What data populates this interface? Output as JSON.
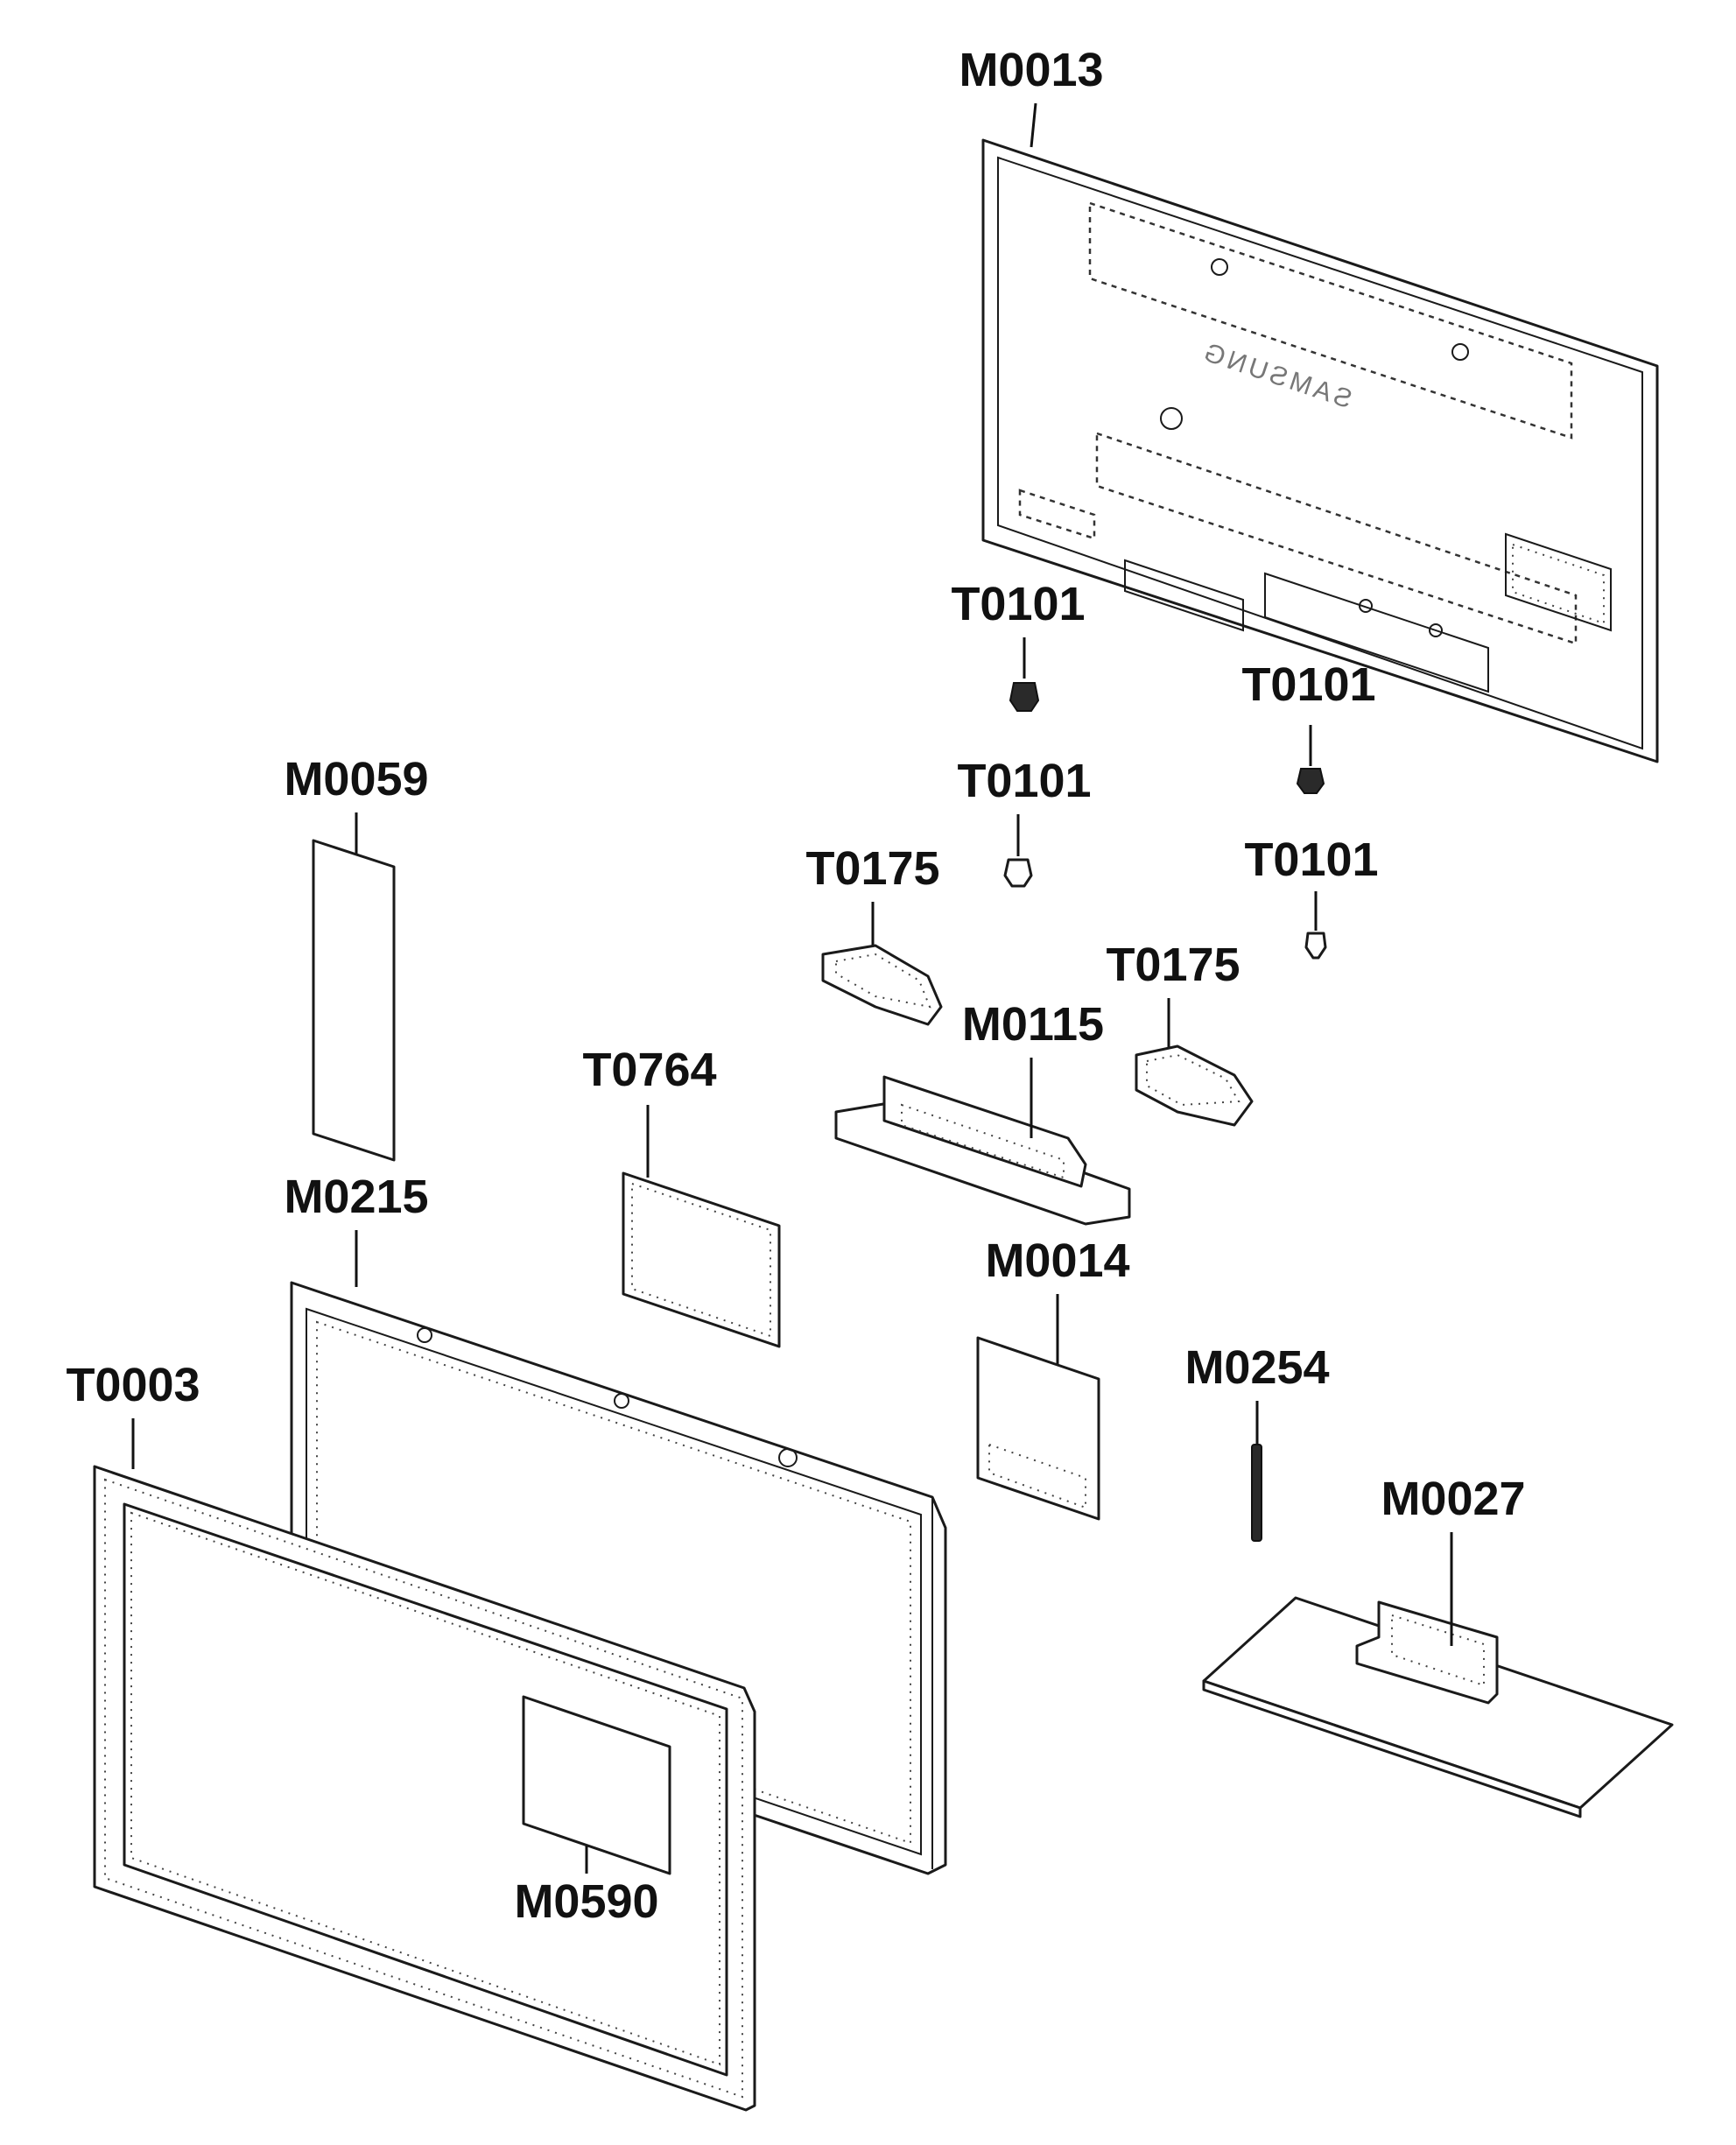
{
  "diagram": {
    "callouts": {
      "m0013": "M0013",
      "t0101_a": "T0101",
      "t0101_b": "T0101",
      "t0101_c": "T0101",
      "t0101_d": "T0101",
      "m0059": "M0059",
      "t0175_a": "T0175",
      "t0175_b": "T0175",
      "m0115": "M0115",
      "t0764": "T0764",
      "m0215": "M0215",
      "m0014": "M0014",
      "m0254": "M0254",
      "m0027": "M0027",
      "t0003": "T0003",
      "m0590": "M0590"
    },
    "back_cover_logo": "SAMSUNG"
  }
}
